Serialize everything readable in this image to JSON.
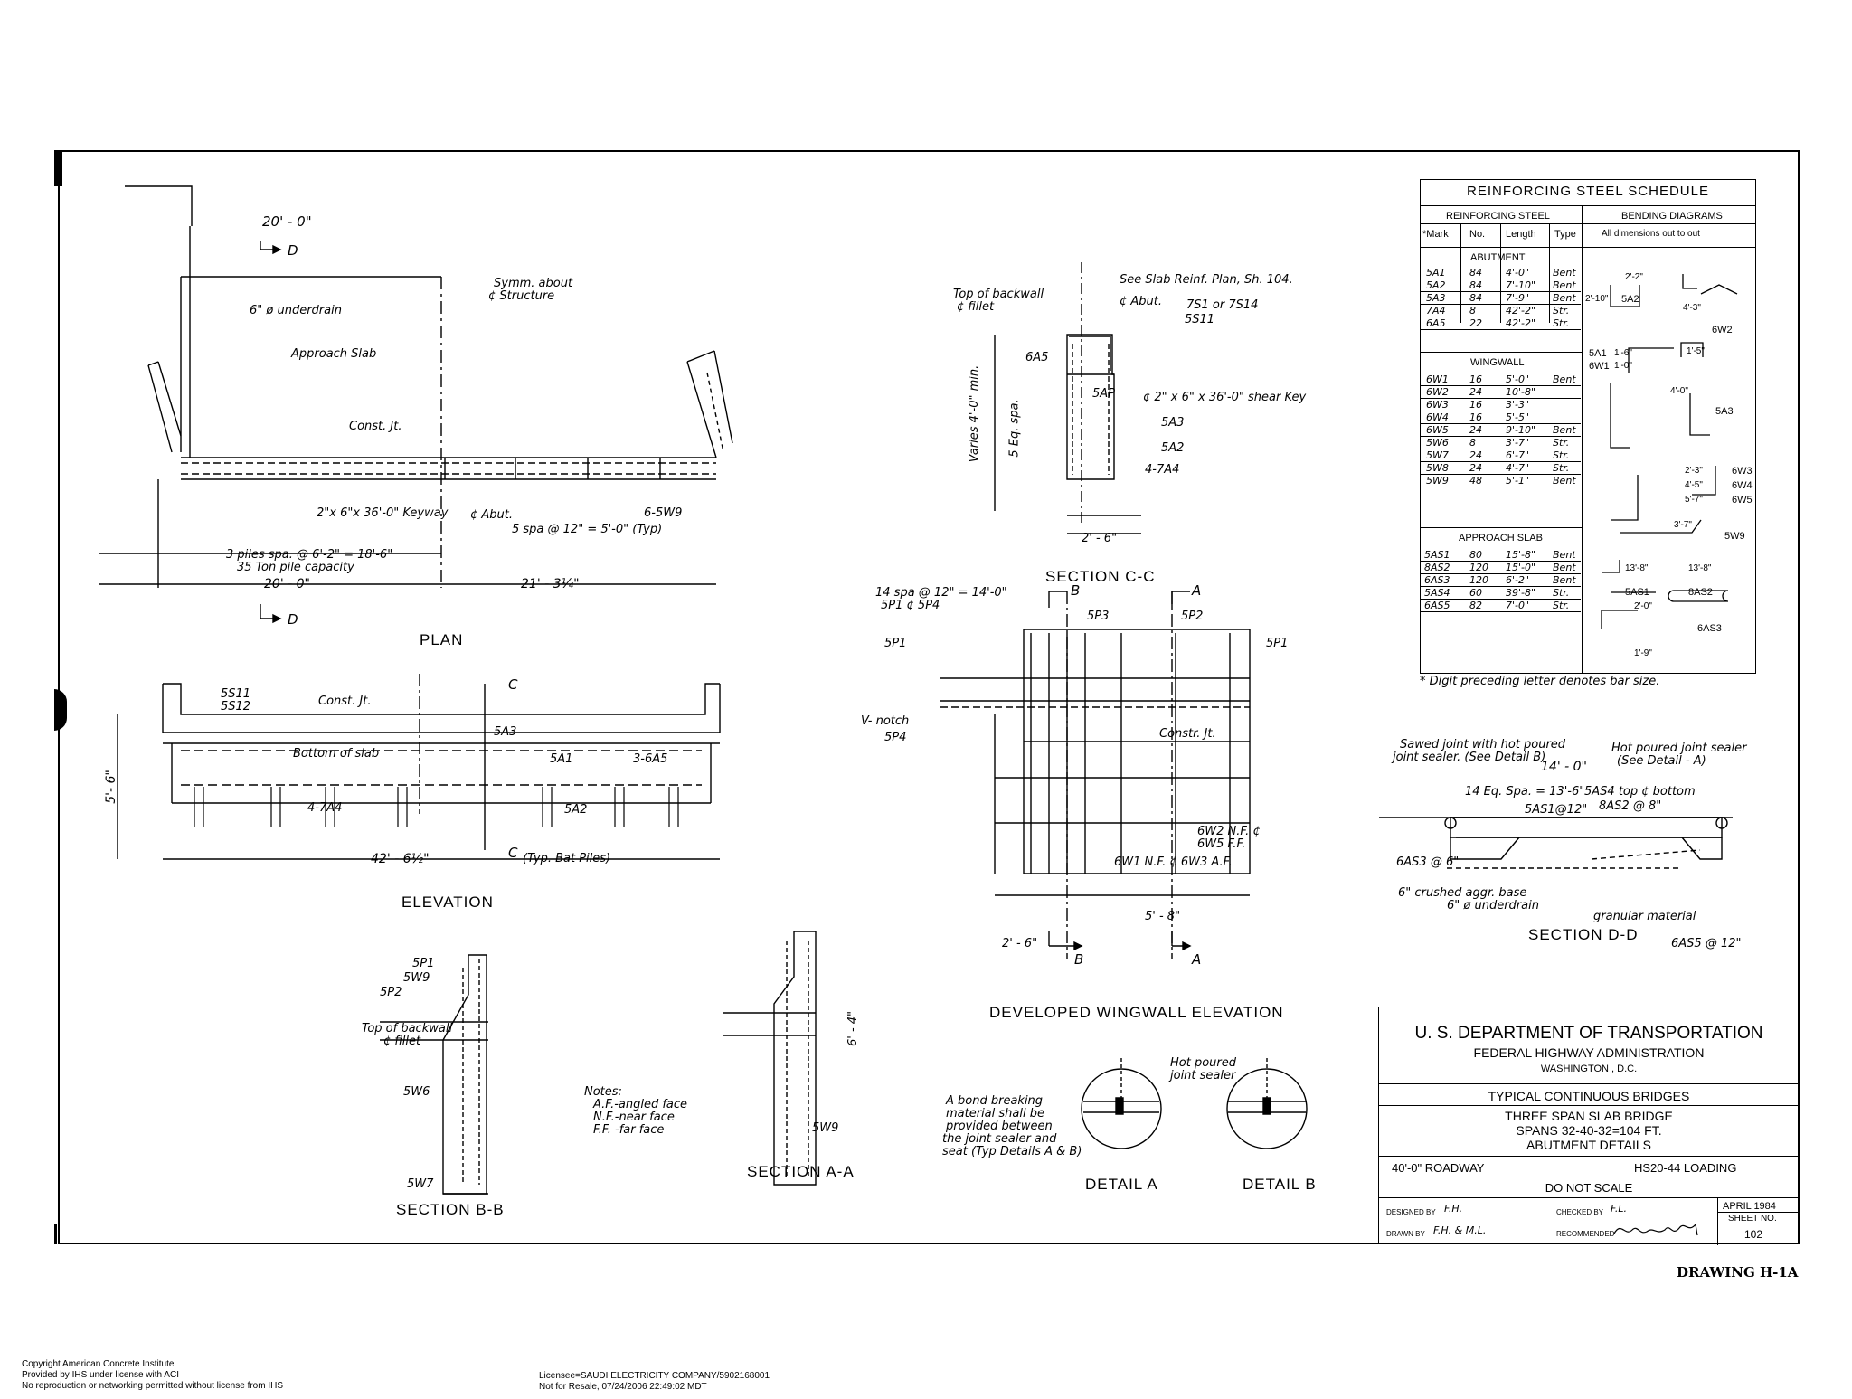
{
  "views": {
    "plan": "PLAN",
    "elevation": "ELEVATION",
    "section_cc": "SECTION C-C",
    "developed_wingwall": "DEVELOPED WINGWALL ELEVATION",
    "section_dd": "SECTION D-D",
    "section_bb": "SECTION B-B",
    "section_aa": "SECTION A-A",
    "detail_a": "DETAIL A",
    "detail_b": "DETAIL B"
  },
  "plan_notes": {
    "dim_top": "20' - 0\"",
    "cut_d": "D",
    "symm": "Symm. about",
    "symm2": "¢ Structure",
    "underdrain": "6\" ø underdrain",
    "approach_slab": "Approach Slab",
    "const_jt": "Const. Jt.",
    "keyway": "2\"x 6\"x 36'-0\" Keyway",
    "abut": "¢ Abut.",
    "piles": "3 piles spa. @ 6'-2\" = 18'-6\"",
    "pile_cap": "35 Ton pile capacity",
    "dim_bottom_left": "20' - 0\"",
    "dim_bottom_right": "21' - 3¼\"",
    "spa": "5 spa @ 12\" = 5'-0\" (Typ)",
    "w9": "6-5W9"
  },
  "cc_notes": {
    "see": "See Slab Reinf. Plan, Sh. 104.",
    "backwall": "Top of backwall",
    "fillet": "¢ fillet",
    "abut": "¢ Abut.",
    "bars": "7S1 or 7S14",
    "s11": "5S11",
    "shear": "¢ 2\" x 6\" x 36'-0\" shear Key",
    "a3": "5A3",
    "a2": "5A2",
    "a4": "4-7A4",
    "a5": "6A5",
    "ap": "5AP",
    "varies": "Varies 4'-0\" min.",
    "eqspa": "5 Eq. spa.",
    "dim": "2' - 6\""
  },
  "elev_notes": {
    "s11": "5S11",
    "s12": "5S12",
    "const_jt": "Const. Jt.",
    "bottom": "Bottom of slab",
    "a3": "5A3",
    "a1": "5A1",
    "a5": "3-6A5",
    "a2": "5A2",
    "a4": "4-7A4",
    "typ_bat": "(Typ. Bat Piles)",
    "dim": "42' - 6½\"",
    "height": "5'- 6\"",
    "c": "C"
  },
  "ww_notes": {
    "p1": "5P1",
    "p3": "5P3",
    "p2": "5P2",
    "p4": "5P4",
    "vnotch": "V- notch",
    "constr": "Constr. Jt.",
    "w2": "6W2 N.F. ¢",
    "w5": "6W5 F.F.",
    "w1": "6W1 N.F. ¢ 6W3 A.F.",
    "spa1": "14 spa @ 12\" = 14'-0\"",
    "spa2": "5P1 ¢ 5P4",
    "b": "B",
    "a": "A",
    "dim1": "2' - 6\"",
    "dim2": "5' - 8\""
  },
  "dd_notes": {
    "sawed": "Sawed joint with hot poured",
    "sawed2": "joint sealer. (See Detail B)",
    "hotpoured": "Hot poured joint sealer",
    "hotpoured2": "(See Detail - A)",
    "span": "14' - 0\"",
    "eqspa": "14 Eq. Spa. = 13'-6\"",
    "top": "5AS4 top ¢ bottom",
    "as1": "5AS1@12\"",
    "as2": "8AS2 @ 8\"",
    "crushed": "6\" crushed aggr. base",
    "underdrain": "6\" ø underdrain",
    "granular": "granular material",
    "as5": "6AS5 @ 12\"",
    "as3": "6AS3 @ 6\""
  },
  "bb_notes": {
    "p1": "5P1",
    "w9": "5W9",
    "p2": "5P2",
    "backwall": "Top of backwall",
    "fillet": "¢ fillet",
    "w6": "5W6",
    "w7": "5W7",
    "notes_title": "Notes:",
    "note1": "A.F.-angled face",
    "note2": "N.F.-near face",
    "note3": "F.F. -far face"
  },
  "aa_notes": {
    "w9": "5W9",
    "dim": "6' - 4\""
  },
  "detail_notes": {
    "hot": "Hot poured",
    "hot2": "joint sealer",
    "bond1": "A bond breaking",
    "bond2": "material shall be",
    "bond3": "provided between",
    "bond4": "the joint sealer and",
    "bond5": "seat (Typ Details A & B)"
  },
  "schedule": {
    "title": "REINFORCING STEEL SCHEDULE",
    "left_header": "REINFORCING STEEL",
    "right_header": "BENDING DIAGRAMS",
    "right_sub": "All dimensions out to out",
    "cols": [
      "*Mark",
      "No.",
      "Length",
      "Type"
    ],
    "groups": [
      {
        "name": "ABUTMENT",
        "rows": [
          [
            "5A1",
            "84",
            "4'-0\"",
            "Bent"
          ],
          [
            "5A2",
            "84",
            "7'-10\"",
            "Bent"
          ],
          [
            "5A3",
            "84",
            "7'-9\"",
            "Bent"
          ],
          [
            "7A4",
            "8",
            "42'-2\"",
            "Str."
          ],
          [
            "6A5",
            "22",
            "42'-2\"",
            "Str."
          ]
        ]
      },
      {
        "name": "WINGWALL",
        "rows": [
          [
            "6W1",
            "16",
            "5'-0\"",
            "Bent"
          ],
          [
            "6W2",
            "24",
            "10'-8\"",
            ""
          ],
          [
            "6W3",
            "16",
            "3'-3\"",
            ""
          ],
          [
            "6W4",
            "16",
            "5'-5\"",
            ""
          ],
          [
            "6W5",
            "24",
            "9'-10\"",
            "Bent"
          ],
          [
            "5W6",
            "8",
            "3'-7\"",
            "Str."
          ],
          [
            "5W7",
            "24",
            "6'-7\"",
            "Str."
          ],
          [
            "5W8",
            "24",
            "4'-7\"",
            "Str."
          ],
          [
            "5W9",
            "48",
            "5'-1\"",
            "Bent"
          ]
        ]
      },
      {
        "name": "APPROACH SLAB",
        "rows": [
          [
            "5AS1",
            "80",
            "15'-8\"",
            "Bent"
          ],
          [
            "8AS2",
            "120",
            "15'-0\"",
            "Bent"
          ],
          [
            "6AS3",
            "120",
            "6'-2\"",
            "Bent"
          ],
          [
            "5AS4",
            "60",
            "39'-8\"",
            "Str."
          ],
          [
            "6AS5",
            "82",
            "7'-0\"",
            "Str."
          ]
        ]
      }
    ],
    "diagram_labels": [
      "5A2",
      "6W2",
      "5A1",
      "6W1",
      "5A3",
      "6W3",
      "6W4",
      "6W5",
      "5W9",
      "5AS1",
      "8AS2",
      "6AS3"
    ],
    "diagram_dims": [
      "2'-2\"",
      "2'-10\"",
      "4'-3\"",
      "1'-6\"",
      "1'-0\"",
      "1'-5\"",
      "4'-0\"",
      "2'-3\"",
      "4'-5\"",
      "5'-7\"",
      "3'-7\"",
      "13'-8\"",
      "13'-8\"",
      "2'-0\"",
      "1'-9\""
    ],
    "footnote": "* Digit preceding letter denotes bar size."
  },
  "titleblock": {
    "dept": "U. S. DEPARTMENT OF TRANSPORTATION",
    "admin": "FEDERAL  HIGHWAY  ADMINISTRATION",
    "city": "WASHINGTON , D.C.",
    "series": "TYPICAL   CONTINUOUS   BRIDGES",
    "line1": "THREE SPAN SLAB BRIDGE",
    "line2": "SPANS 32-40-32=104 FT.",
    "line3": "ABUTMENT DETAILS",
    "roadway": "40'-0\" ROADWAY",
    "loading": "HS20-44 LOADING",
    "noscale": "DO NOT SCALE",
    "designed_label": "DESIGNED BY",
    "designed": "F.H.",
    "drawn_label": "DRAWN BY",
    "drawn": "F.H. & M.L.",
    "checked_label": "CHECKED BY",
    "checked": "F.L.",
    "recommended_label": "RECOMMENDED",
    "date": "APRIL  1984",
    "sheet_label": "SHEET NO.",
    "sheet": "102"
  },
  "drawing_id": "DRAWING H-1A",
  "footer": {
    "left1": "Copyright American Concrete Institute",
    "left2": "Provided by IHS under license with ACI",
    "left3": "No reproduction or networking permitted without license from IHS",
    "mid1": "Licensee=SAUDI ELECTRICITY COMPANY/5902168001",
    "mid2": "Not for Resale, 07/24/2006 22:49:02 MDT"
  }
}
